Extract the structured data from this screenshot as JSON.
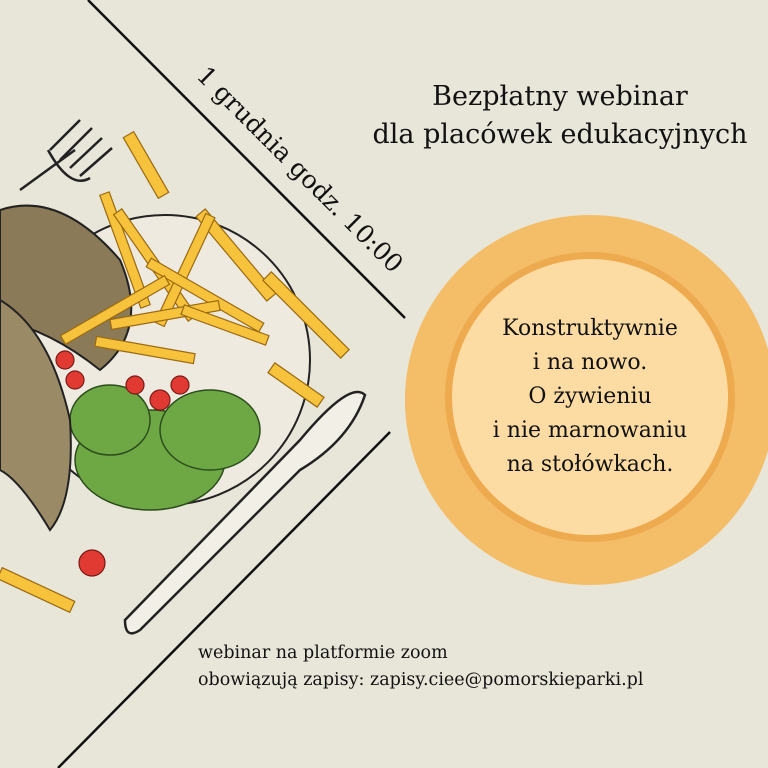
{
  "title": {
    "line1": "Bezpłatny webinar",
    "line2": "dla placówek edukacyjnych"
  },
  "date": "1 grudnia godz. 10:00",
  "topic": {
    "lines": [
      "Konstruktywnie",
      "i na nowo.",
      "O żywieniu",
      "i nie marnowaniu",
      "na stołówkach."
    ]
  },
  "footer": {
    "line1": "webinar na platformie zoom",
    "line2": "obowiązują zapisy: zapisy.ciee@pomorskieparki.pl"
  },
  "colors": {
    "background": "#e8e5d9",
    "plate_outer": "#f4bd68",
    "plate_rim": "#eeaa4f",
    "plate_inner": "#fddca3",
    "text": "#111111"
  }
}
